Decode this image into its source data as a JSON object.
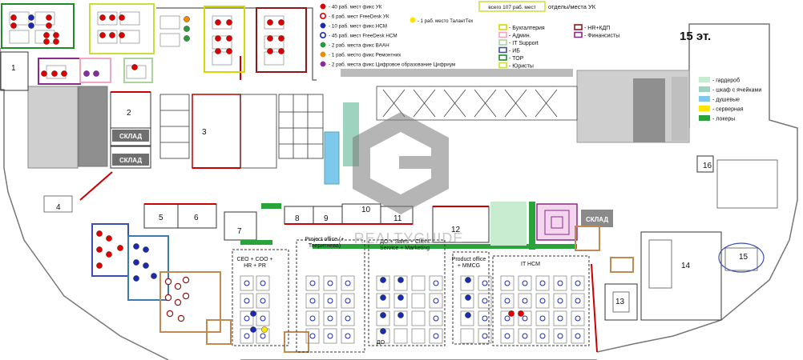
{
  "floor": "15 эт.",
  "total": {
    "count_text": "всего 107 раб. мест",
    "suffix": "отделы/места УК"
  },
  "legend_seats": [
    {
      "text": "- 40 раб. мест фикс УК",
      "color": "#e00000",
      "ring": false
    },
    {
      "text": "- 6 раб. мест FreeDesk УК",
      "color": "#e00000",
      "ring": true
    },
    {
      "text": "- 10 раб. мест фикс НСМ",
      "color": "#1a2bb0",
      "ring": false
    },
    {
      "text": "- 45 раб. мест FreeDesk НСМ",
      "color": "#1a2bb0",
      "ring": true
    },
    {
      "text": "- 2 раб. места фикс ВААН",
      "color": "#2a9a3a",
      "ring": false
    },
    {
      "text": "- 1 раб. место фикс Ремонтних",
      "color": "#f08a00",
      "ring": false
    },
    {
      "text": "- 2 раб. места фикс Цифровое образование Цифриум",
      "color": "#8a2aa0",
      "ring": false
    }
  ],
  "legend_talent": "- 1 раб. место ТалантТех",
  "legend_depts": [
    {
      "text": "- Бухгалтерия",
      "color": "#d6d600"
    },
    {
      "text": "- Админ.",
      "color": "#f2a7c0"
    },
    {
      "text": "- IT Support",
      "color": "#a9d49b"
    },
    {
      "text": "- ИБ",
      "color": "#3a4fb0"
    },
    {
      "text": "- TOP",
      "color": "#1f8a2a"
    },
    {
      "text": "- Юристы",
      "color": "#c9df3a"
    },
    {
      "text": "- HR+КДП",
      "color": "#8a1a1a"
    },
    {
      "text": "- Финансисты",
      "color": "#8a2a8a"
    }
  ],
  "legend_areas": [
    {
      "text": "- гардероб",
      "color": "#c8ecd0"
    },
    {
      "text": "- шкаф с ячейками",
      "color": "#9ed3c0"
    },
    {
      "text": "- душевые",
      "color": "#7ec8ee"
    },
    {
      "text": "- серверная",
      "color": "#ffe400"
    },
    {
      "text": "- локеры",
      "color": "#2aa33a"
    }
  ],
  "rooms": [
    "1",
    "2",
    "3",
    "4",
    "5",
    "6",
    "7",
    "8",
    "9",
    "10",
    "11",
    "12",
    "13",
    "14",
    "15",
    "16"
  ],
  "storage_label": "СКЛАД",
  "zones": {
    "ceo": "CEO + COO + HR + PR",
    "project_office": "Project office (+ Тверитнева)",
    "do_sales": "ДО + Sales + Client Service + Marketing",
    "product_office": "Product office + MMCG",
    "it_hcm": "IT HCM",
    "do_small": "ДО"
  },
  "watermark": "REALTYGUIDE"
}
